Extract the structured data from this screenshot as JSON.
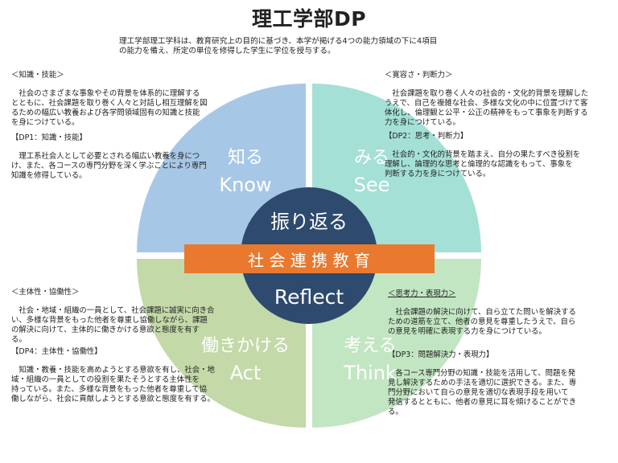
{
  "title": "理工学部DP",
  "intro": {
    "line1": "理工学部理工学科は、教育研究上の目的に基づき、本学が掲げる4つの能力領域の下に4項目",
    "line2": "の能力を備え、所定の単位を修得した学生に学位を授与する。"
  },
  "colors": {
    "q_tl": "#a7c7e6",
    "q_tr": "#a4e0d6",
    "q_bl": "#c3d9a8",
    "q_br": "#c2e6c2",
    "center": "#2e4a6e",
    "band": "#e9792e"
  },
  "diagram": {
    "q_tl": {
      "jp": "知る",
      "en": "Know"
    },
    "q_tr": {
      "jp": "みる",
      "en": "See"
    },
    "q_bl": {
      "jp": "働きかける",
      "en": "Act"
    },
    "q_br": {
      "jp": "考える",
      "en": "Think"
    },
    "center_top": "振り返る",
    "center_bottom": "Reflect",
    "band": "社 会 連 携 教 育"
  },
  "blocks": {
    "tl1": {
      "heading": "＜知識・技能＞",
      "body": "　社会のさまざまな事象やその背景を体系的に理解する\nとともに、社会課題を取り巻く人々と対話し相互理解を図\nるための幅広い教養および各学問領域固有の知識と技能\nを身につけている。"
    },
    "tl2": {
      "heading": "【DP1：知識・技能】",
      "body": "　理工系社会人として必要とされる幅広い教養を身につ\nけ、また、各コースの専門分野を深く学ぶことにより専門\n知識を修得している。"
    },
    "tr1": {
      "heading": "＜寛容さ・判断力＞",
      "body": "　社会課題を取り巻く人々の社会的・文化的背景を理解した\nうえで、自己を複雑な社会、多様な文化の中に位置づけて客\n体化し、倫理観と公平・公正の精神をもって事象を判断する\n力を身につけている。"
    },
    "tr2": {
      "heading": "【DP2：思考・判断力】",
      "body": "　社会的・文化的背景を踏まえ、自分の果たすべき役割を\n理解し、論理的な思考と倫理的な認識をもって、事象を\n判断する力を身につけている。"
    },
    "bl1": {
      "heading": "＜主体性・協働性＞",
      "body": "　社会・地域・組織の一員として、社会課題に誠実に向き合\nい、多様な背景をもった他者を尊重し協働しながら、課題\nの解決に向けて、主体的に働きかける意欲と態度を有す\nる。"
    },
    "bl2": {
      "heading": "【DP4：主体性・協働性】",
      "body": "　知識・教養・技能を高めようとする意欲を有し、社会・地\n域・組織の一員としての役割を果たそうとする主体性を\n持っている。また、多様な背景をもった他者を尊重して協\n働しながら、社会に貢献しようとする意欲と態度を有する。"
    },
    "br1": {
      "heading": "＜思考力・表現力＞",
      "body": "　社会課題の解決に向けて、自ら立てた問いを解決する\nための道筋を立て、他者の意見を尊重したうえで、自ら\nの意見を明確に表現する力を身につけている。"
    },
    "br2": {
      "heading": "【DP3：問題解決力・表現力】",
      "body": "　各コース専門分野の知識・技能を活用して、問題を発\n見し解決するための手法を適切に選択できる。また、専\n門分野において自らの意見を適切な表現手段を用いて\n発信するとともに、他者の意見に耳を傾けることができ\nる。"
    }
  }
}
